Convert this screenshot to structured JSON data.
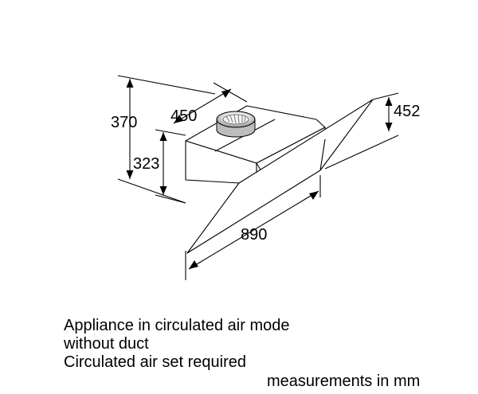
{
  "dimensions": {
    "total_height": "370",
    "depth": "450",
    "body_height": "323",
    "glass_height": "452",
    "width": "890"
  },
  "captions": {
    "line1": "Appliance in circulated air mode",
    "line2": "without duct",
    "line3": "Circulated air set required",
    "units": "measurements in mm"
  },
  "colors": {
    "line": "#000000",
    "duct_light": "#f2f2f2",
    "duct_dark": "#9a9a9a"
  }
}
